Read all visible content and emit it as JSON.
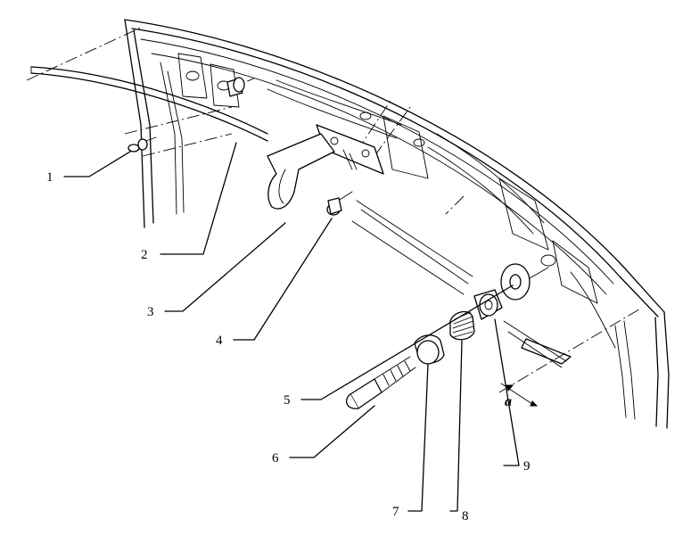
{
  "callouts": [
    {
      "id": "1",
      "text": "1"
    },
    {
      "id": "2",
      "text": "2"
    },
    {
      "id": "3",
      "text": "3"
    },
    {
      "id": "4",
      "text": "4"
    },
    {
      "id": "5",
      "text": "5"
    },
    {
      "id": "6",
      "text": "6"
    },
    {
      "id": "7",
      "text": "7"
    },
    {
      "id": "8",
      "text": "8"
    },
    {
      "id": "9",
      "text": "9"
    }
  ],
  "dimension_label": "a"
}
